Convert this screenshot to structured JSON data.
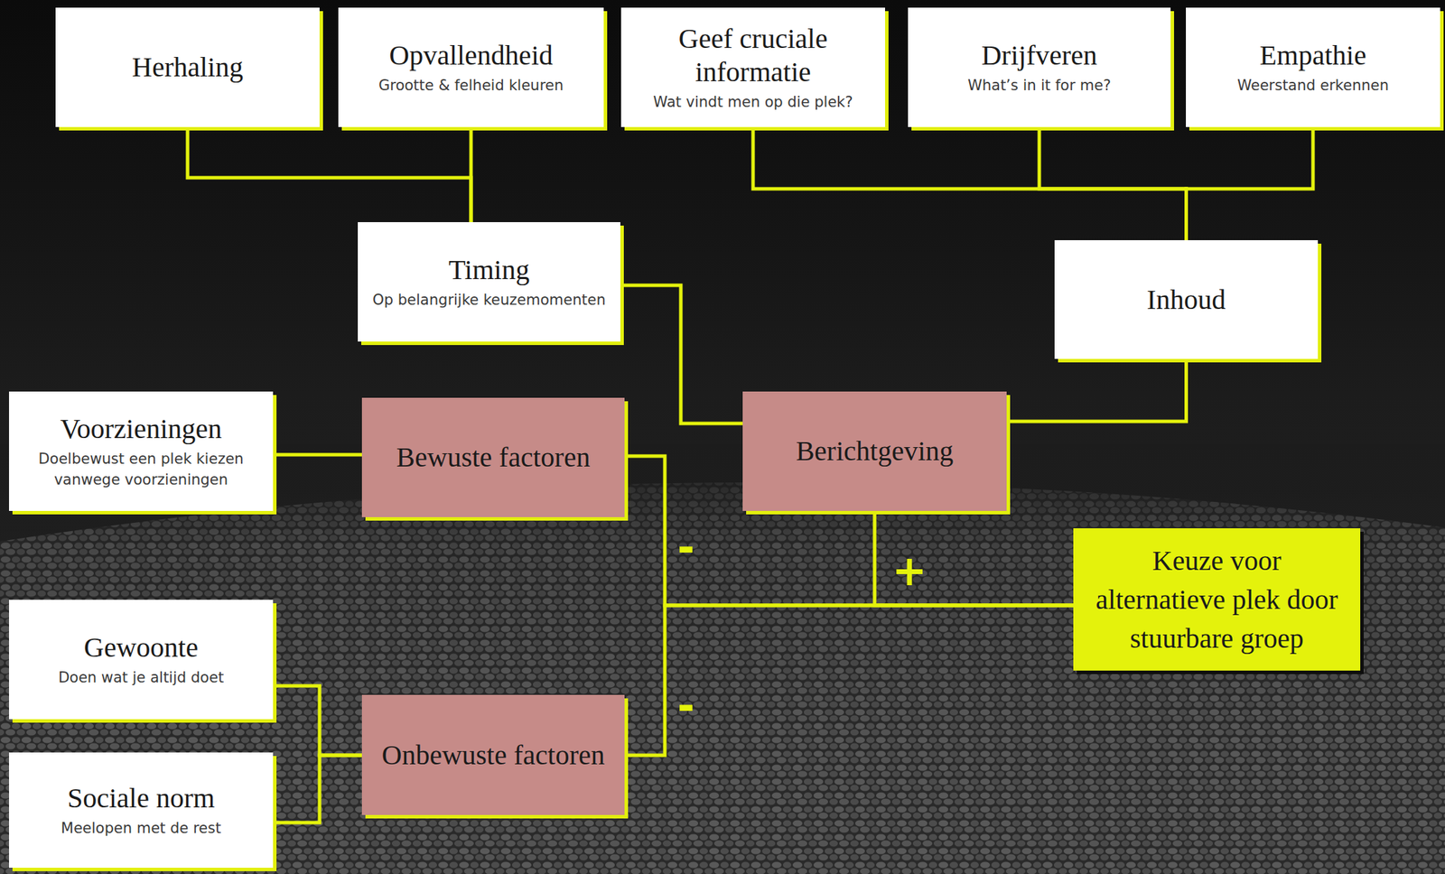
{
  "diagram": {
    "nodes": [
      {
        "text": [
          "Herhaling"
        ]
      },
      {
        "text": [
          "Opvallendheid",
          "Grootte & felheid kleuren"
        ]
      },
      {
        "text": [
          "Geef cruciale informatie",
          "Wat vindt men op die plek?"
        ]
      },
      {
        "text": [
          "Drijfveren",
          "What’s in it for me?"
        ]
      },
      {
        "text": [
          "Empathie",
          "Weerstand erkennen"
        ]
      },
      {
        "text": [
          "Timing",
          "Op belangrijke keuzemomenten"
        ]
      },
      {
        "text": [
          "Inhoud"
        ]
      },
      {
        "text": [
          "Voorzieningen",
          "Doelbewust een plek kiezen vanwege voorzieningen"
        ]
      },
      {
        "text": [
          "Bewuste factoren"
        ]
      },
      {
        "text": [
          "Berichtgeving"
        ]
      },
      {
        "text": [
          "Keuze voor alternatieve plek door stuurbare groep"
        ]
      },
      {
        "text": [
          "Gewoonte",
          "Doen wat je altijd doet"
        ]
      },
      {
        "text": [
          "Onbewuste factoren"
        ]
      },
      {
        "text": [
          "Sociale norm",
          "Meelopen met de rest"
        ]
      }
    ],
    "edges": [
      {
        "from": 0,
        "to": 5,
        "arrow": "none"
      },
      {
        "from": 1,
        "to": 5,
        "arrow": "none"
      },
      {
        "from": 2,
        "to": 6,
        "arrow": "none"
      },
      {
        "from": 3,
        "to": 6,
        "arrow": "none"
      },
      {
        "from": 4,
        "to": 6,
        "arrow": "none"
      },
      {
        "from": 5,
        "to": 9,
        "arrow": "none"
      },
      {
        "from": 6,
        "to": 9,
        "arrow": "none"
      },
      {
        "from": 7,
        "to": 8,
        "arrow": "none"
      },
      {
        "from": 11,
        "to": 12,
        "arrow": "none"
      },
      {
        "from": 13,
        "to": 12,
        "arrow": "none"
      },
      {
        "from": 8,
        "to": 10,
        "label": "-",
        "arrow": "none"
      },
      {
        "from": 12,
        "to": 10,
        "label": "-",
        "arrow": "none"
      },
      {
        "from": 9,
        "to": 10,
        "label": "+",
        "arrow": "none"
      }
    ]
  }
}
